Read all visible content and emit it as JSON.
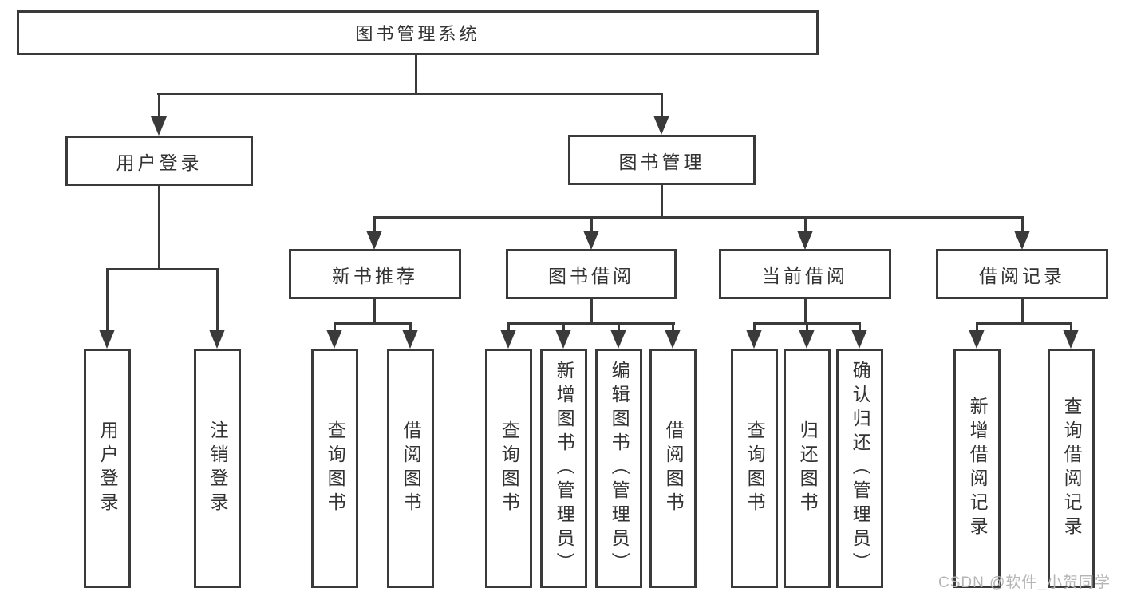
{
  "nodes": {
    "root": "图书管理系统",
    "level2": [
      "用户登录",
      "图书管理"
    ],
    "level3": [
      "新书推荐",
      "图书借阅",
      "当前借阅",
      "借阅记录"
    ],
    "leaves": [
      "用户登录",
      "注销登录",
      "查询图书",
      "借阅图书",
      "查询图书",
      "新增图书（管理员）",
      "编辑图书（管理员）",
      "借阅图书",
      "查询图书",
      "归还图书",
      "确认归还（管理员）",
      "新增借阅记录",
      "查询借阅记录"
    ]
  },
  "watermark": "CSDN @软件_小贺同学",
  "colors": {
    "line": "#3a3a3a",
    "text": "#333333",
    "watermark": "#b5b5b5",
    "background": "#ffffff"
  }
}
